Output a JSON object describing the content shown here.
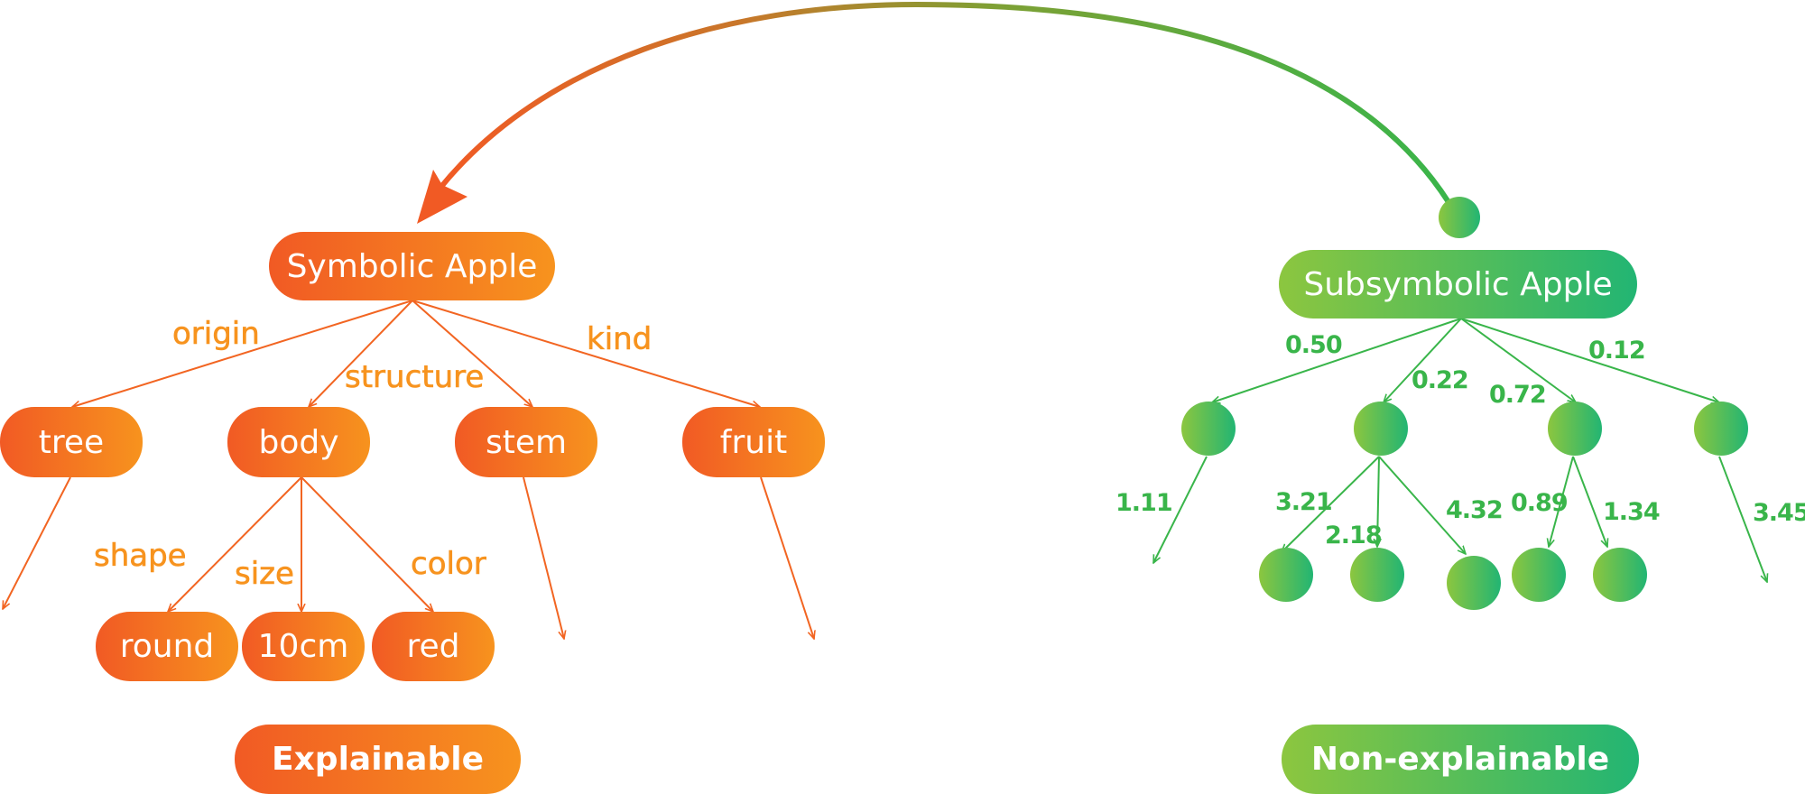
{
  "colors": {
    "orange_start": "#f15a24",
    "orange_end": "#f7931e",
    "green_start": "#8cc63f",
    "green_end": "#22b573",
    "orange_label": "#f7931e",
    "green_label": "#39b54a"
  },
  "symbolic": {
    "root": "Symbolic Apple",
    "children": [
      "tree",
      "body",
      "stem",
      "fruit"
    ],
    "edge_labels": [
      "origin",
      "structure",
      "kind"
    ],
    "body_children": [
      "round",
      "10cm",
      "red"
    ],
    "body_edge_labels": [
      "shape",
      "size",
      "color"
    ],
    "footer": "Explainable"
  },
  "subsymbolic": {
    "root": "Subsymbolic Apple",
    "edge_weights": [
      "0.50",
      "0.22",
      "0.72",
      "0.12"
    ],
    "child_weights": [
      "1.11",
      "3.21",
      "2.18",
      "4.32",
      "0.89",
      "1.34",
      "3.45"
    ],
    "footer": "Non-explainable"
  }
}
